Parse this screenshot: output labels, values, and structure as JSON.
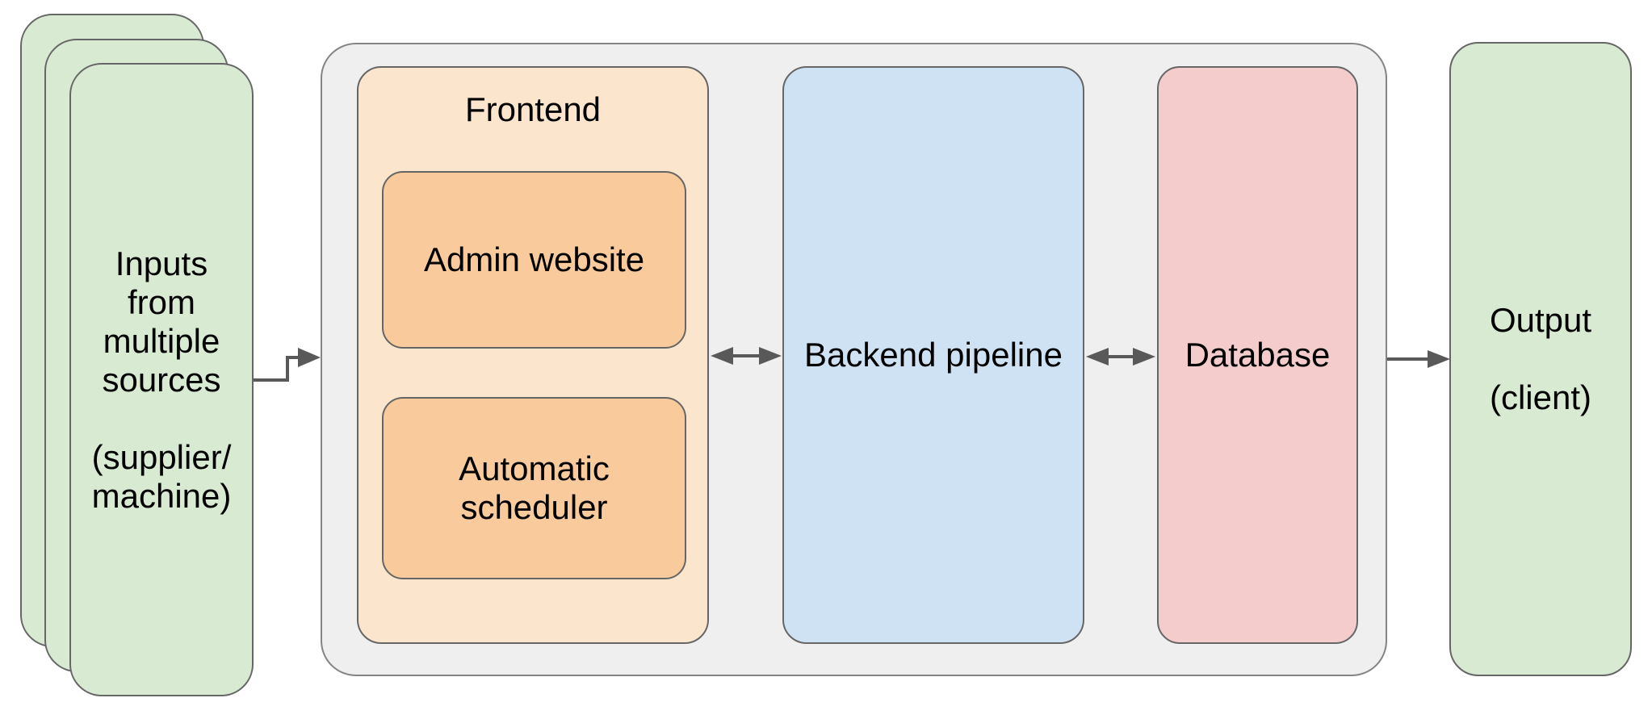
{
  "diagram": {
    "inputs": {
      "label": "Inputs\nfrom\nmultiple\nsources\n\n(supplier/\nmachine)"
    },
    "system": {
      "frontend": {
        "title": "Frontend",
        "admin_label": "Admin website",
        "scheduler_label": "Automatic\nscheduler"
      },
      "backend": {
        "label": "Backend pipeline"
      },
      "database": {
        "label": "Database"
      }
    },
    "output": {
      "label": "Output\n\n(client)"
    }
  },
  "colors": {
    "input_fill": "#d9ead3",
    "system_fill": "#efefef",
    "frontend_fill": "#fce5cd",
    "frontend_child_fill": "#f9cb9c",
    "backend_fill": "#cfe2f3",
    "database_fill": "#f4cccc",
    "output_fill": "#d9ead3",
    "border": "#666666",
    "arrow": "#595959",
    "text": "#000000"
  }
}
